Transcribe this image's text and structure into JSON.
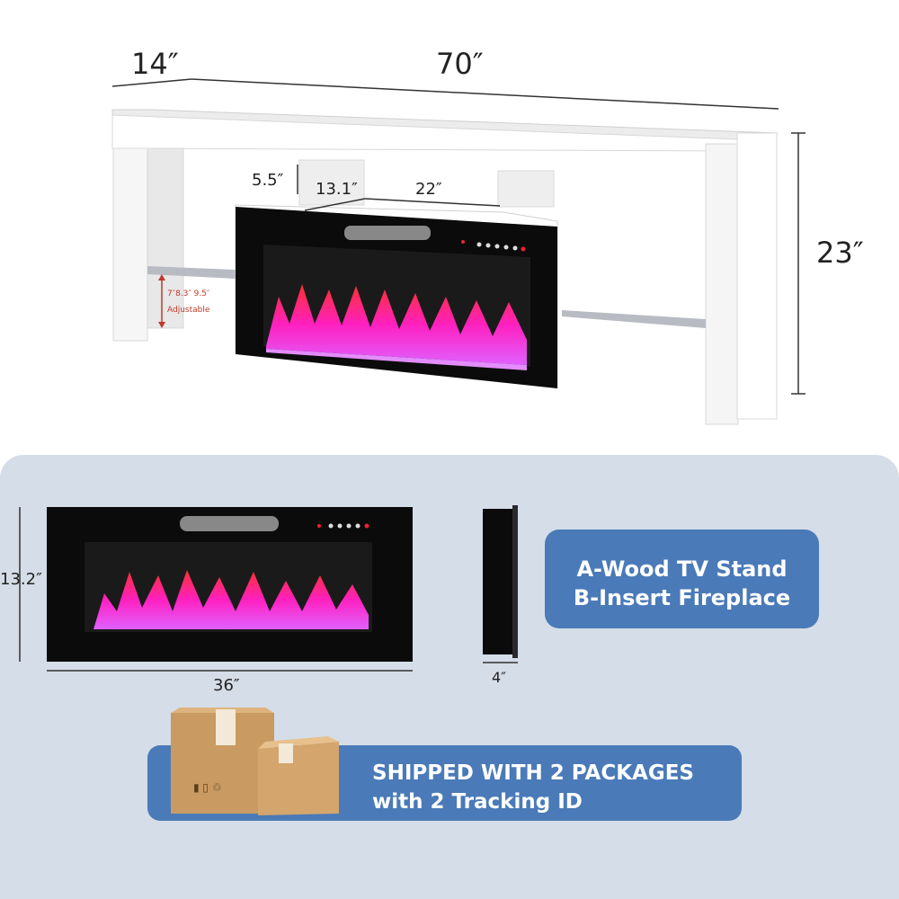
{
  "dimensions": {
    "depth": "14″",
    "width": "70″",
    "height": "23″",
    "shelf_gap": "5.5″",
    "opening_depth": "13.1″",
    "opening_width": "22″",
    "adjust_values": "7″8.3″ 9.5″",
    "adjust_label": "Adjustable",
    "fireplace_height": "13.2″",
    "fireplace_width": "36″",
    "fireplace_depth": "4″"
  },
  "components": {
    "line1": "A-Wood TV Stand",
    "line2": "B-Insert Fireplace"
  },
  "shipping": {
    "line1": "SHIPPED WITH 2 PACKAGES",
    "line2": "with 2 Tracking ID"
  },
  "colors": {
    "accent_blue": "#4a7ab8",
    "panel_bg": "#d5dde8"
  },
  "icons": [
    "tv-stand-illustration",
    "fireplace-insert-illustration",
    "cardboard-box-icon"
  ]
}
